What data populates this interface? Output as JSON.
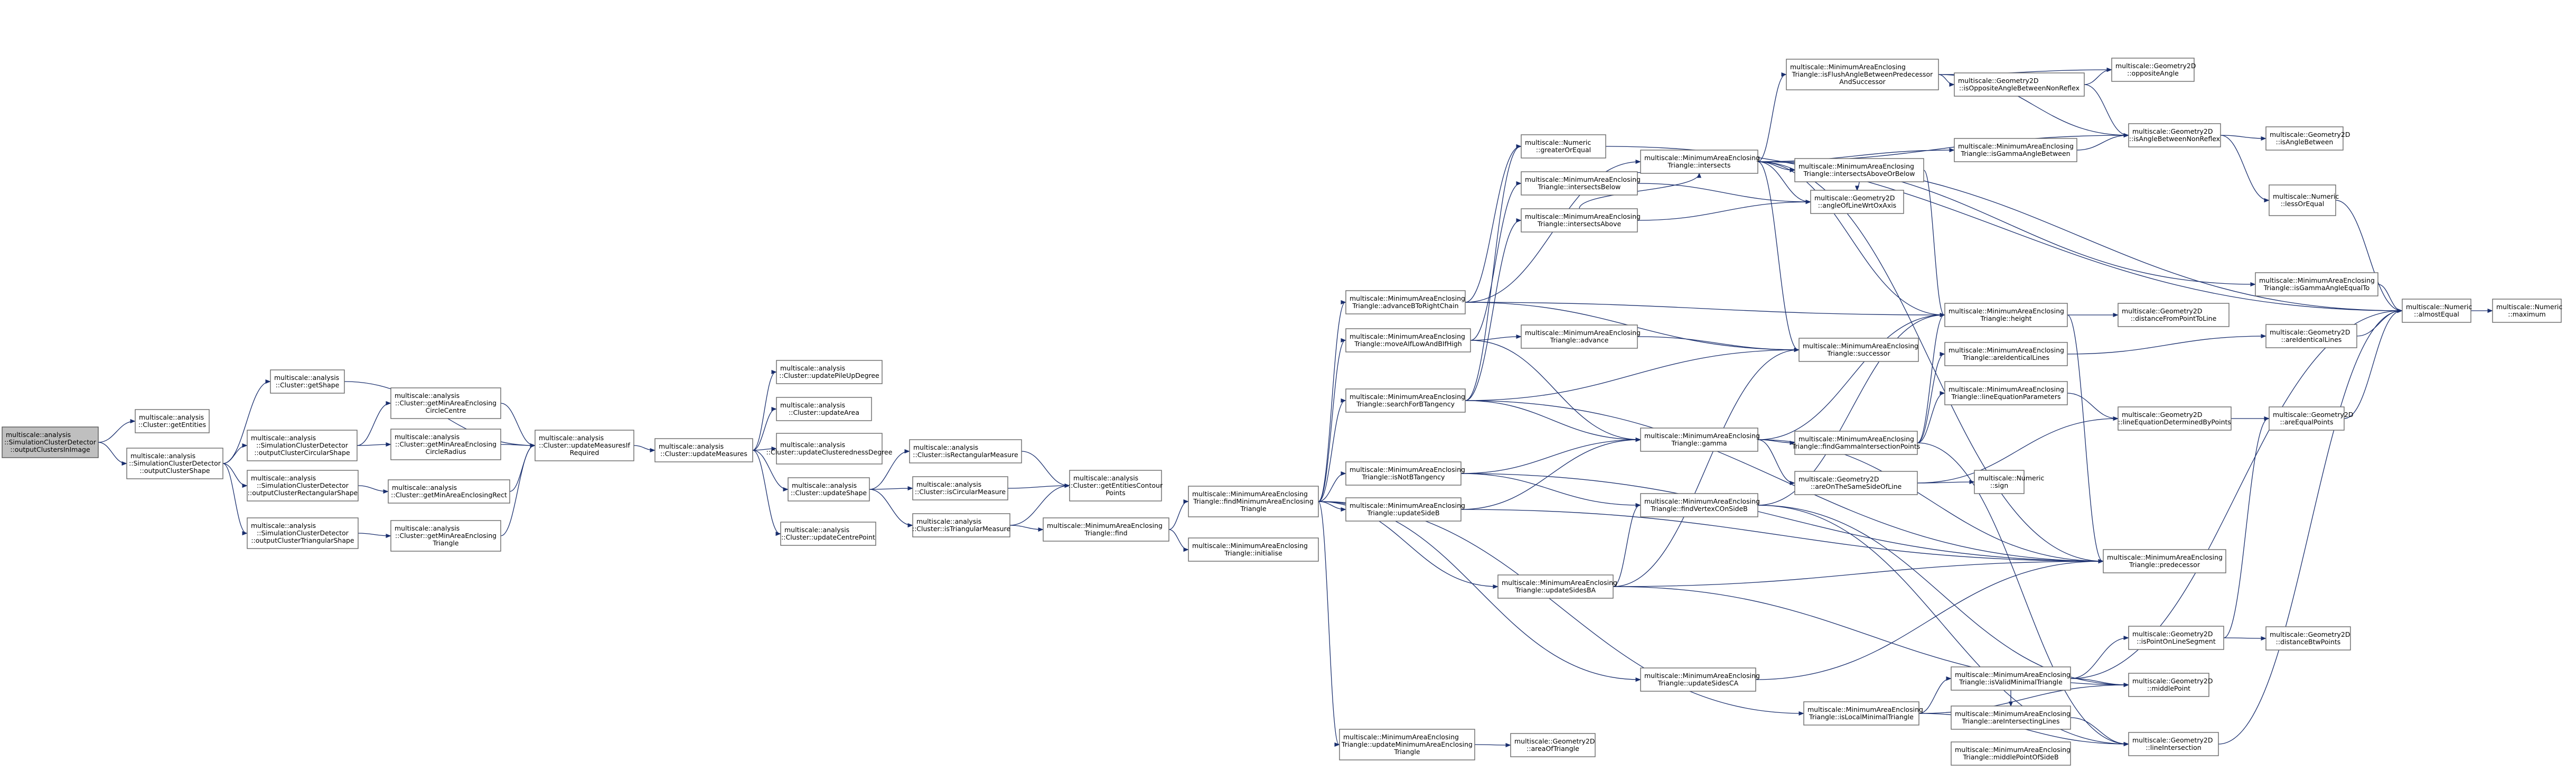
{
  "title": "",
  "nodes": [
    {
      "id": "root",
      "lines": [
        "multiscale::analysis",
        "::SimulationClusterDetector",
        "::outputClustersInImage"
      ],
      "root": true
    },
    {
      "id": "getEntities",
      "lines": [
        "multiscale::analysis",
        "::Cluster::getEntities"
      ]
    },
    {
      "id": "outputClusterShape",
      "lines": [
        "multiscale::analysis",
        "::SimulationClusterDetector",
        "::outputClusterShape"
      ]
    },
    {
      "id": "getShape",
      "lines": [
        "multiscale::analysis",
        "::Cluster::getShape"
      ]
    },
    {
      "id": "outCircular",
      "lines": [
        "multiscale::analysis",
        "::SimulationClusterDetector",
        "::outputClusterCircularShape"
      ]
    },
    {
      "id": "outRect",
      "lines": [
        "multiscale::analysis",
        "::SimulationClusterDetector",
        "::outputClusterRectangularShape"
      ]
    },
    {
      "id": "outTri",
      "lines": [
        "multiscale::analysis",
        "::SimulationClusterDetector",
        "::outputClusterTriangularShape"
      ]
    },
    {
      "id": "circCentre",
      "lines": [
        "multiscale::analysis",
        "::Cluster::getMinAreaEnclosing",
        "CircleCentre"
      ]
    },
    {
      "id": "circRadius",
      "lines": [
        "multiscale::analysis",
        "::Cluster::getMinAreaEnclosing",
        "CircleRadius"
      ]
    },
    {
      "id": "encRect",
      "lines": [
        "multiscale::analysis",
        "::Cluster::getMinAreaEnclosingRect"
      ]
    },
    {
      "id": "encTri",
      "lines": [
        "multiscale::analysis",
        "::Cluster::getMinAreaEnclosing",
        "Triangle"
      ]
    },
    {
      "id": "updateIfReq",
      "lines": [
        "multiscale::analysis",
        "::Cluster::updateMeasuresIf",
        "Required"
      ]
    },
    {
      "id": "updateMeasures",
      "lines": [
        "multiscale::analysis",
        "::Cluster::updateMeasures"
      ]
    },
    {
      "id": "updatePile",
      "lines": [
        "multiscale::analysis",
        "::Cluster::updatePileUpDegree"
      ]
    },
    {
      "id": "updateArea",
      "lines": [
        "multiscale::analysis",
        "::Cluster::updateArea"
      ]
    },
    {
      "id": "updateClust",
      "lines": [
        "multiscale::analysis",
        "::Cluster::updateClusterednessDegree"
      ]
    },
    {
      "id": "updateShape",
      "lines": [
        "multiscale::analysis",
        "::Cluster::updateShape"
      ]
    },
    {
      "id": "updateCentre",
      "lines": [
        "multiscale::analysis",
        "::Cluster::updateCentrePoint"
      ]
    },
    {
      "id": "isRect",
      "lines": [
        "multiscale::analysis",
        "::Cluster::isRectangularMeasure"
      ]
    },
    {
      "id": "isCirc",
      "lines": [
        "multiscale::analysis",
        "::Cluster::isCircularMeasure"
      ]
    },
    {
      "id": "isTri",
      "lines": [
        "multiscale::analysis",
        "::Cluster::isTriangularMeasure"
      ]
    },
    {
      "id": "contour",
      "lines": [
        "multiscale::analysis",
        "::Cluster::getEntitiesContour",
        "Points"
      ]
    },
    {
      "id": "find",
      "lines": [
        "multiscale::MinimumAreaEnclosing",
        "Triangle::find"
      ]
    },
    {
      "id": "findMin",
      "lines": [
        "multiscale::MinimumAreaEnclosing",
        "Triangle::findMinimumAreaEnclosing",
        "Triangle"
      ]
    },
    {
      "id": "initialise",
      "lines": [
        "multiscale::MinimumAreaEnclosing",
        "Triangle::initialise"
      ]
    },
    {
      "id": "advRight",
      "lines": [
        "multiscale::MinimumAreaEnclosing",
        "Triangle::advanceBToRightChain"
      ]
    },
    {
      "id": "moveAIf",
      "lines": [
        "multiscale::MinimumAreaEnclosing",
        "Triangle::moveAIfLowAndBIfHigh"
      ]
    },
    {
      "id": "searchTang",
      "lines": [
        "multiscale::MinimumAreaEnclosing",
        "Triangle::searchForBTangency"
      ]
    },
    {
      "id": "isNotB",
      "lines": [
        "multiscale::MinimumAreaEnclosing",
        "Triangle::isNotBTangency"
      ]
    },
    {
      "id": "updSideB",
      "lines": [
        "multiscale::MinimumAreaEnclosing",
        "Triangle::updateSideB"
      ]
    },
    {
      "id": "updSidesBA",
      "lines": [
        "multiscale::MinimumAreaEnclosing",
        "Triangle::updateSidesBA"
      ]
    },
    {
      "id": "updSidesCA",
      "lines": [
        "multiscale::MinimumAreaEnclosing",
        "Triangle::updateSidesCA"
      ]
    },
    {
      "id": "isLocalMin",
      "lines": [
        "multiscale::MinimumAreaEnclosing",
        "Triangle::isLocalMinimalTriangle"
      ]
    },
    {
      "id": "updMinTri",
      "lines": [
        "multiscale::MinimumAreaEnclosing",
        "Triangle::updateMinimumAreaEnclosing",
        "Triangle"
      ]
    },
    {
      "id": "areaOfTri",
      "lines": [
        "multiscale::Geometry2D",
        "::areaOfTriangle"
      ]
    },
    {
      "id": "greater",
      "lines": [
        "multiscale::Numeric",
        "::greaterOrEqual"
      ]
    },
    {
      "id": "intBelow",
      "lines": [
        "multiscale::MinimumAreaEnclosing",
        "Triangle::intersectsBelow"
      ]
    },
    {
      "id": "intAbove",
      "lines": [
        "multiscale::MinimumAreaEnclosing",
        "Triangle::intersectsAbove"
      ]
    },
    {
      "id": "advance",
      "lines": [
        "multiscale::MinimumAreaEnclosing",
        "Triangle::advance"
      ]
    },
    {
      "id": "intersects",
      "lines": [
        "multiscale::MinimumAreaEnclosing",
        "Triangle::intersects"
      ]
    },
    {
      "id": "gamma",
      "lines": [
        "multiscale::MinimumAreaEnclosing",
        "Triangle::gamma"
      ]
    },
    {
      "id": "findVertex",
      "lines": [
        "multiscale::MinimumAreaEnclosing",
        "Triangle::findVertexCOnSideB"
      ]
    },
    {
      "id": "isFlush",
      "lines": [
        "multiscale::MinimumAreaEnclosing",
        "Triangle::isFlushAngleBetweenPredecessor",
        "AndSuccessor"
      ]
    },
    {
      "id": "intAboveOrBelow",
      "lines": [
        "multiscale::MinimumAreaEnclosing",
        "Triangle::intersectsAboveOrBelow"
      ]
    },
    {
      "id": "angleOfLine",
      "lines": [
        "multiscale::Geometry2D",
        "::angleOfLineWrtOxAxis"
      ]
    },
    {
      "id": "successor",
      "lines": [
        "multiscale::MinimumAreaEnclosing",
        "Triangle::successor"
      ]
    },
    {
      "id": "findGamma",
      "lines": [
        "multiscale::MinimumAreaEnclosing",
        "Triangle::findGammaIntersectionPoints"
      ]
    },
    {
      "id": "sameSide",
      "lines": [
        "multiscale::Geometry2D",
        "::areOnTheSameSideOfLine"
      ]
    },
    {
      "id": "sign",
      "lines": [
        "multiscale::Numeric",
        "::sign"
      ]
    },
    {
      "id": "isValidMin",
      "lines": [
        "multiscale::MinimumAreaEnclosing",
        "Triangle::isValidMinimalTriangle"
      ]
    },
    {
      "id": "areIntLines",
      "lines": [
        "multiscale::MinimumAreaEnclosing",
        "Triangle::areIntersectingLines"
      ]
    },
    {
      "id": "midPtSideB",
      "lines": [
        "multiscale::MinimumAreaEnclosing",
        "Triangle::middlePointOfSideB"
      ]
    },
    {
      "id": "isOppNotReflex",
      "lines": [
        "multiscale::Geometry2D",
        "::isOppositeAngleBetweenNonReflex"
      ]
    },
    {
      "id": "oppositeAngle",
      "lines": [
        "multiscale::Geometry2D",
        "::oppositeAngle"
      ]
    },
    {
      "id": "isGammaBetween",
      "lines": [
        "multiscale::MinimumAreaEnclosing",
        "Triangle::isGammaAngleBetween"
      ]
    },
    {
      "id": "height",
      "lines": [
        "multiscale::MinimumAreaEnclosing",
        "Triangle::height"
      ]
    },
    {
      "id": "areIdentical",
      "lines": [
        "multiscale::MinimumAreaEnclosing",
        "Triangle::areIdenticalLines"
      ]
    },
    {
      "id": "lineEqParams",
      "lines": [
        "multiscale::MinimumAreaEnclosing",
        "Triangle::lineEquationParameters"
      ]
    },
    {
      "id": "predecessor",
      "lines": [
        "multiscale::MinimumAreaEnclosing",
        "Triangle::predecessor"
      ]
    },
    {
      "id": "isPointOnSeg",
      "lines": [
        "multiscale::Geometry2D",
        "::isPointOnLineSegment"
      ]
    },
    {
      "id": "middlePoint",
      "lines": [
        "multiscale::Geometry2D",
        "::middlePoint"
      ]
    },
    {
      "id": "lineIntersection",
      "lines": [
        "multiscale::Geometry2D",
        "::lineIntersection"
      ]
    },
    {
      "id": "isAngleNonReflex",
      "lines": [
        "multiscale::Geometry2D",
        "::isAngleBetweenNonReflex"
      ]
    },
    {
      "id": "isGammaEqual",
      "lines": [
        "multiscale::MinimumAreaEnclosing",
        "Triangle::isGammaAngleEqualTo"
      ]
    },
    {
      "id": "distFromPoint",
      "lines": [
        "multiscale::Geometry2D",
        "::distanceFromPointToLine"
      ]
    },
    {
      "id": "lineEqByPoints",
      "lines": [
        "multiscale::Geometry2D",
        "::lineEquationDeterminedByPoints"
      ]
    },
    {
      "id": "geoIdentical",
      "lines": [
        "multiscale::Geometry2D",
        "::areIdenticalLines"
      ]
    },
    {
      "id": "distBtw",
      "lines": [
        "multiscale::Geometry2D",
        "::distanceBtwPoints"
      ]
    },
    {
      "id": "isAngleBetween",
      "lines": [
        "multiscale::Geometry2D",
        "::isAngleBetween"
      ]
    },
    {
      "id": "lessEq",
      "lines": [
        "multiscale::Numeric",
        "::lessOrEqual"
      ]
    },
    {
      "id": "areEqualPoints",
      "lines": [
        "multiscale::Geometry2D",
        "::areEqualPoints"
      ]
    },
    {
      "id": "almostEqual",
      "lines": [
        "multiscale::Numeric",
        "::almostEqual"
      ]
    },
    {
      "id": "maximum",
      "lines": [
        "multiscale::Numeric",
        "::maximum"
      ]
    }
  ],
  "edges": [
    [
      "root",
      "getEntities"
    ],
    [
      "root",
      "outputClusterShape"
    ],
    [
      "outputClusterShape",
      "getShape"
    ],
    [
      "outputClusterShape",
      "outCircular"
    ],
    [
      "outputClusterShape",
      "outRect"
    ],
    [
      "outputClusterShape",
      "outTri"
    ],
    [
      "getShape",
      "updateIfReq"
    ],
    [
      "outCircular",
      "circCentre"
    ],
    [
      "outCircular",
      "circRadius"
    ],
    [
      "outRect",
      "encRect"
    ],
    [
      "outTri",
      "encTri"
    ],
    [
      "circCentre",
      "updateIfReq"
    ],
    [
      "circRadius",
      "updateIfReq"
    ],
    [
      "encRect",
      "updateIfReq"
    ],
    [
      "encTri",
      "updateIfReq"
    ],
    [
      "updateIfReq",
      "updateMeasures"
    ],
    [
      "updateMeasures",
      "updatePile"
    ],
    [
      "updateMeasures",
      "updateArea"
    ],
    [
      "updateMeasures",
      "updateClust"
    ],
    [
      "updateMeasures",
      "updateShape"
    ],
    [
      "updateMeasures",
      "updateCentre"
    ],
    [
      "updateShape",
      "isRect"
    ],
    [
      "updateShape",
      "isCirc"
    ],
    [
      "updateShape",
      "isTri"
    ],
    [
      "isRect",
      "contour"
    ],
    [
      "isCirc",
      "contour"
    ],
    [
      "isTri",
      "contour"
    ],
    [
      "isTri",
      "find"
    ],
    [
      "find",
      "findMin"
    ],
    [
      "find",
      "initialise"
    ],
    [
      "findMin",
      "advRight"
    ],
    [
      "findMin",
      "moveAIf"
    ],
    [
      "findMin",
      "searchTang"
    ],
    [
      "findMin",
      "isNotB"
    ],
    [
      "findMin",
      "updSideB"
    ],
    [
      "findMin",
      "updSidesBA"
    ],
    [
      "findMin",
      "updSidesCA"
    ],
    [
      "findMin",
      "isLocalMin"
    ],
    [
      "findMin",
      "updMinTri"
    ],
    [
      "updMinTri",
      "areaOfTri"
    ],
    [
      "advRight",
      "greater"
    ],
    [
      "advRight",
      "height"
    ],
    [
      "advRight",
      "successor"
    ],
    [
      "advRight",
      "intersects"
    ],
    [
      "moveAIf",
      "intBelow"
    ],
    [
      "moveAIf",
      "advance"
    ],
    [
      "moveAIf",
      "gamma"
    ],
    [
      "searchTang",
      "intAbove"
    ],
    [
      "searchTang",
      "successor"
    ],
    [
      "searchTang",
      "gamma"
    ],
    [
      "searchTang",
      "predecessor"
    ],
    [
      "searchTang",
      "greater"
    ],
    [
      "isNotB",
      "findVertex"
    ],
    [
      "isNotB",
      "gamma"
    ],
    [
      "isNotB",
      "predecessor"
    ],
    [
      "updSideB",
      "gamma"
    ],
    [
      "updSideB",
      "predecessor"
    ],
    [
      "updSidesBA",
      "findVertex"
    ],
    [
      "updSidesBA",
      "predecessor"
    ],
    [
      "updSidesBA",
      "successor"
    ],
    [
      "updSidesBA",
      "middlePoint"
    ],
    [
      "updSidesCA",
      "predecessor"
    ],
    [
      "isLocalMin",
      "isValidMin"
    ],
    [
      "isLocalMin",
      "lineIntersection"
    ],
    [
      "isLocalMin",
      "middlePoint"
    ],
    [
      "intBelow",
      "intersects"
    ],
    [
      "intBelow",
      "angleOfLine"
    ],
    [
      "intAbove",
      "intersects"
    ],
    [
      "intAbove",
      "angleOfLine"
    ],
    [
      "advance",
      "successor"
    ],
    [
      "intersects",
      "isFlush"
    ],
    [
      "intersects",
      "intAboveOrBelow"
    ],
    [
      "intersects",
      "angleOfLine"
    ],
    [
      "intersects",
      "isGammaBetween"
    ],
    [
      "intersects",
      "isGammaEqual"
    ],
    [
      "intersects",
      "successor"
    ],
    [
      "intersects",
      "predecessor"
    ],
    [
      "intersects",
      "height"
    ],
    [
      "intersects",
      "isAngleNonReflex"
    ],
    [
      "intersects",
      "almostEqual"
    ],
    [
      "isFlush",
      "isOppNotReflex"
    ],
    [
      "isFlush",
      "oppositeAngle"
    ],
    [
      "isFlush",
      "isAngleNonReflex"
    ],
    [
      "isOppNotReflex",
      "oppositeAngle"
    ],
    [
      "isOppNotReflex",
      "isAngleNonReflex"
    ],
    [
      "isAngleNonReflex",
      "isAngleBetween"
    ],
    [
      "isAngleNonReflex",
      "lessEq"
    ],
    [
      "lessEq",
      "almostEqual"
    ],
    [
      "isGammaBetween",
      "isAngleNonReflex"
    ],
    [
      "isGammaEqual",
      "almostEqual"
    ],
    [
      "intAboveOrBelow",
      "height"
    ],
    [
      "intAboveOrBelow",
      "angleOfLine"
    ],
    [
      "gamma",
      "findGamma"
    ],
    [
      "gamma",
      "sameSide"
    ],
    [
      "gamma",
      "height"
    ],
    [
      "gamma",
      "predecessor"
    ],
    [
      "findGamma",
      "areIdentical"
    ],
    [
      "findGamma",
      "lineEqParams"
    ],
    [
      "findGamma",
      "height"
    ],
    [
      "findGamma",
      "lineIntersection"
    ],
    [
      "findVertex",
      "lineIntersection"
    ],
    [
      "findVertex",
      "middlePoint"
    ],
    [
      "findVertex",
      "height"
    ],
    [
      "sameSide",
      "sign"
    ],
    [
      "sameSide",
      "lineEqByPoints"
    ],
    [
      "height",
      "distFromPoint"
    ],
    [
      "height",
      "predecessor"
    ],
    [
      "areIdentical",
      "geoIdentical"
    ],
    [
      "lineEqParams",
      "lineEqByPoints"
    ],
    [
      "geoIdentical",
      "almostEqual"
    ],
    [
      "lineEqByPoints",
      "areEqualPoints"
    ],
    [
      "isValidMin",
      "isPointOnSeg"
    ],
    [
      "isValidMin",
      "middlePoint"
    ],
    [
      "isValidMin",
      "areIntLines"
    ],
    [
      "isValidMin",
      "almostEqual"
    ],
    [
      "isPointOnSeg",
      "distBtw"
    ],
    [
      "isPointOnSeg",
      "areEqualPoints"
    ],
    [
      "areEqualPoints",
      "almostEqual"
    ],
    [
      "areIntLines",
      "lineIntersection"
    ],
    [
      "lineIntersection",
      "almostEqual"
    ],
    [
      "greater",
      "almostEqual"
    ],
    [
      "almostEqual",
      "maximum"
    ]
  ]
}
